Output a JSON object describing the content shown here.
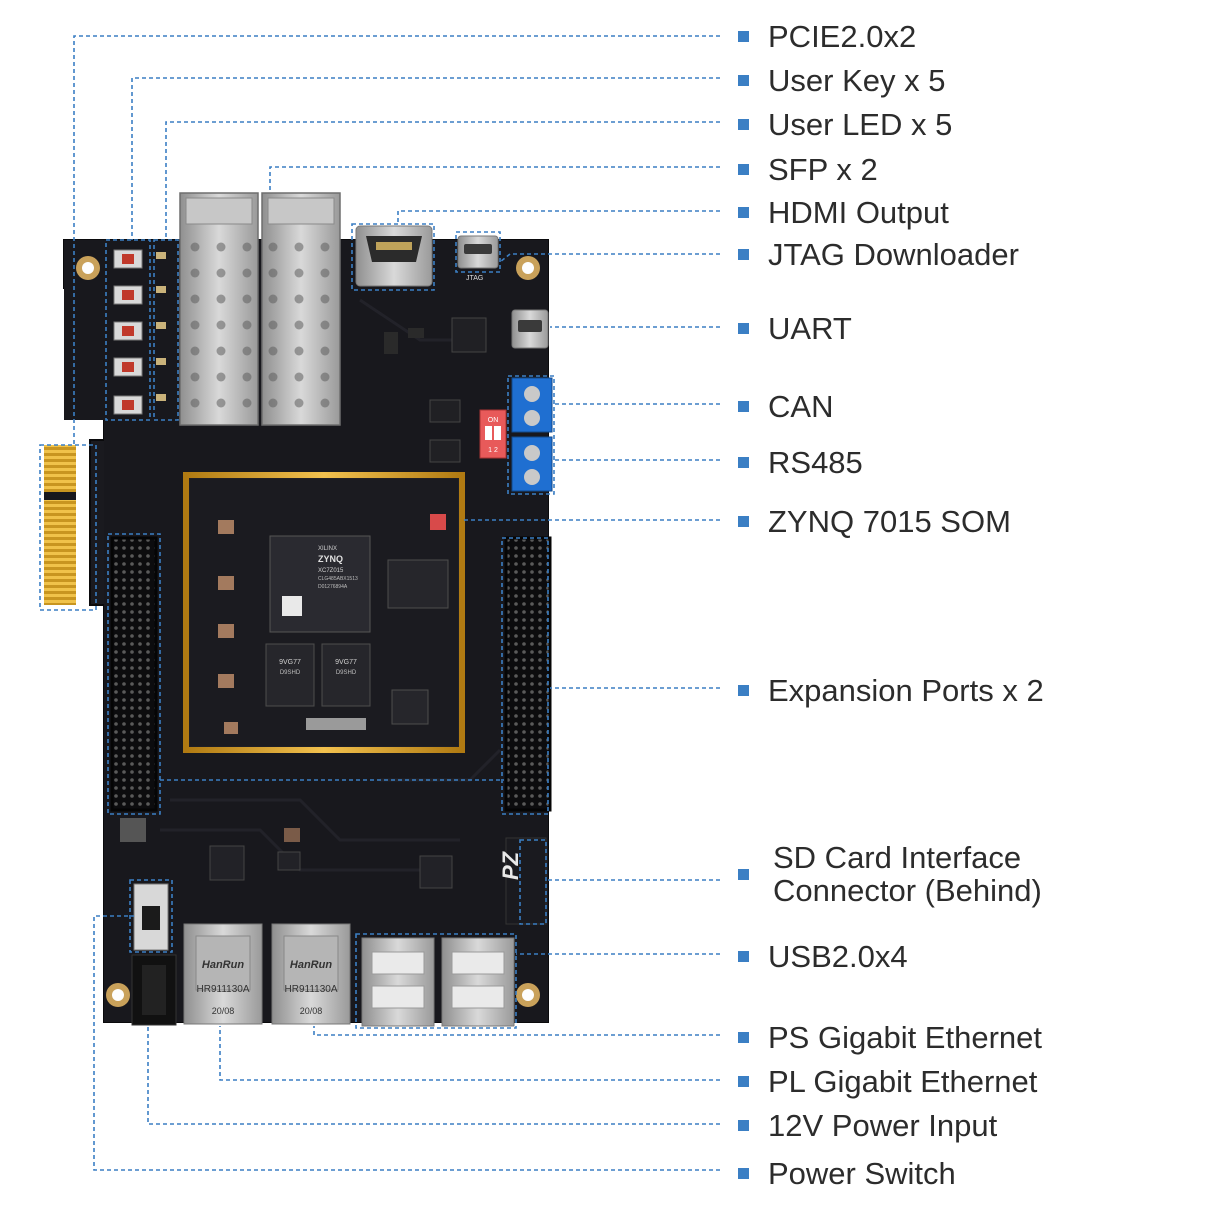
{
  "colors": {
    "leader": "#3b7fc4",
    "bullet": "#3b7fc4",
    "pcb": "#17171b",
    "text": "#2c2c2c"
  },
  "labels": {
    "pcie": "PCIE2.0x2",
    "user_key": "User Key x 5",
    "user_led": "User LED x 5",
    "sfp": "SFP x 2",
    "hdmi": "HDMI Output",
    "jtag": "JTAG Downloader",
    "uart": "UART",
    "can": "CAN",
    "rs485": "RS485",
    "zynq_som": "ZYNQ 7015 SOM",
    "expansion": "Expansion Ports x 2",
    "sd_card_line1": "SD Card Interface",
    "sd_card_line2": "Connector (Behind)",
    "usb": "USB2.0x4",
    "ps_eth": "PS Gigabit Ethernet",
    "pl_eth": "PL Gigabit Ethernet",
    "power_input": "12V Power Input",
    "power_switch": "Power Switch"
  },
  "board": {
    "rj45_brand": "HanRun",
    "rj45_part": "HR911130A",
    "rj45_date": "20/08",
    "dip_on": "ON",
    "dip_nums": "1 2",
    "jtag_silk": "JTAG",
    "chip_brand": "XILINX",
    "chip_name": "ZYNQ",
    "chip_part": "XC7Z015",
    "chip_sub": "CLG485ABX1513",
    "chip_code": "D01276894A",
    "dram_1": "9VG77",
    "dram_2": "9VG77",
    "dram_sub": "D9SHD",
    "logo_mark": "PZ"
  }
}
